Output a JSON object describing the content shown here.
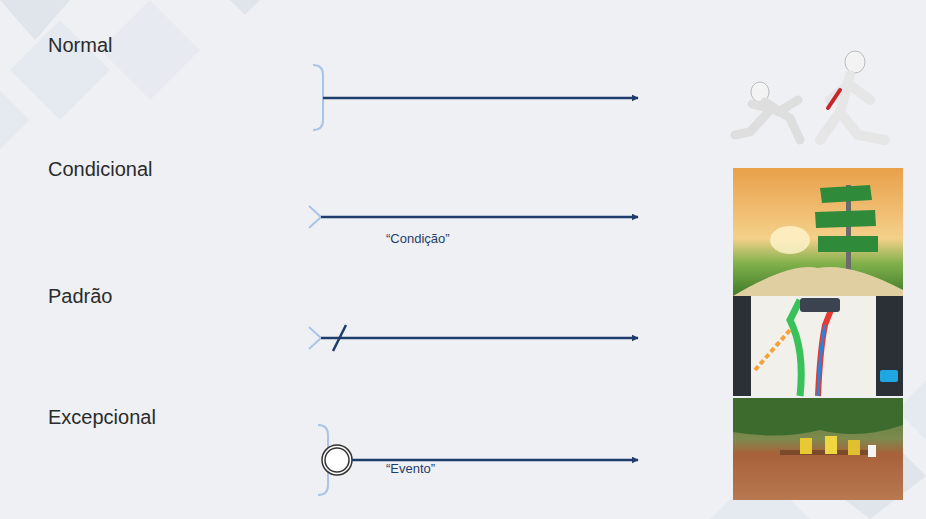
{
  "diagram": {
    "labels": [
      "Normal",
      "Condicional",
      "Padrão",
      "Excepcional",
      "“Condição”",
      "“Evento”"
    ]
  }
}
